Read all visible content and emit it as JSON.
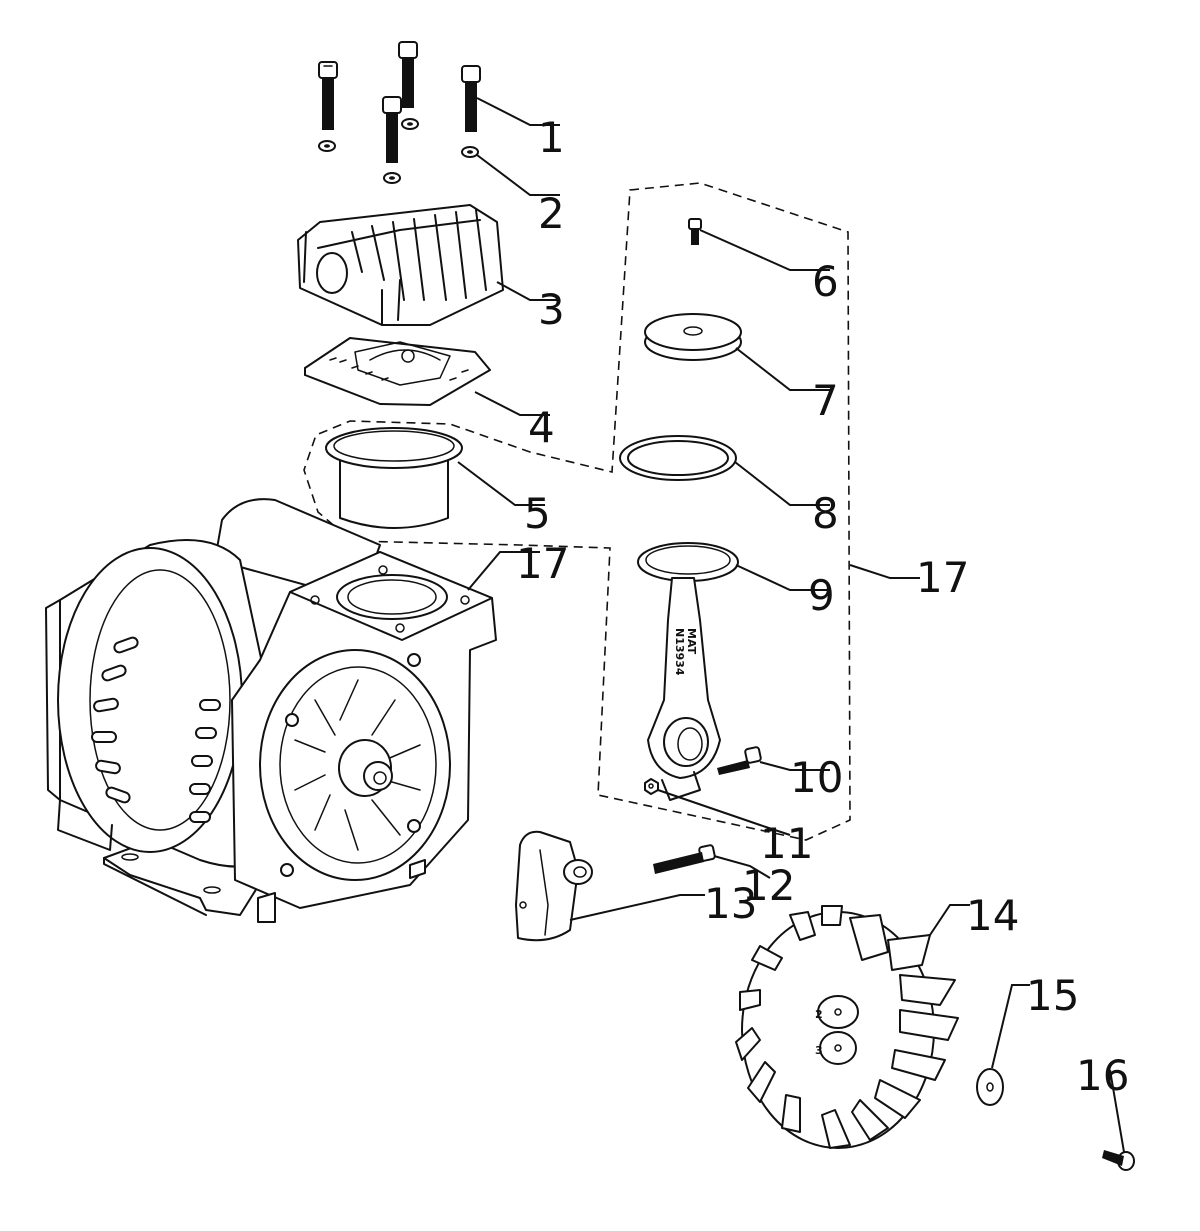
{
  "diagram": {
    "callouts": [
      "1",
      "2",
      "3",
      "4",
      "5",
      "6",
      "7",
      "8",
      "9",
      "10",
      "11",
      "12",
      "13",
      "14",
      "15",
      "16",
      "17"
    ],
    "callout_17_duplicate": "17",
    "part_markings": {
      "connecting_rod": [
        "MAT",
        "N13934"
      ],
      "fan_hub": [
        "2",
        "3"
      ]
    }
  }
}
